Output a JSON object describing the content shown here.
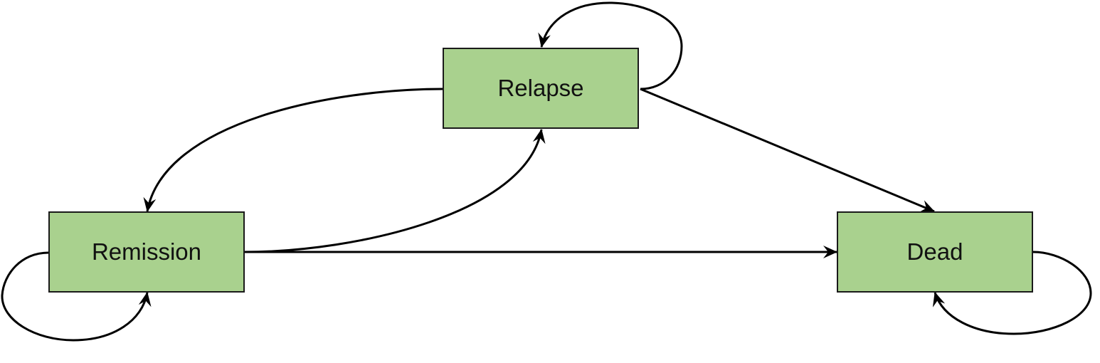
{
  "diagram": {
    "type": "state-transition",
    "states": [
      {
        "id": "relapse",
        "label": "Relapse"
      },
      {
        "id": "remission",
        "label": "Remission"
      },
      {
        "id": "dead",
        "label": "Dead"
      }
    ],
    "transitions": [
      {
        "from": "relapse",
        "to": "relapse"
      },
      {
        "from": "relapse",
        "to": "remission"
      },
      {
        "from": "relapse",
        "to": "dead"
      },
      {
        "from": "remission",
        "to": "remission"
      },
      {
        "from": "remission",
        "to": "relapse"
      },
      {
        "from": "remission",
        "to": "dead"
      },
      {
        "from": "dead",
        "to": "dead"
      }
    ],
    "colors": {
      "box_fill": "#a9d18e",
      "box_border": "#1a1a1a",
      "edge": "#000000"
    }
  }
}
